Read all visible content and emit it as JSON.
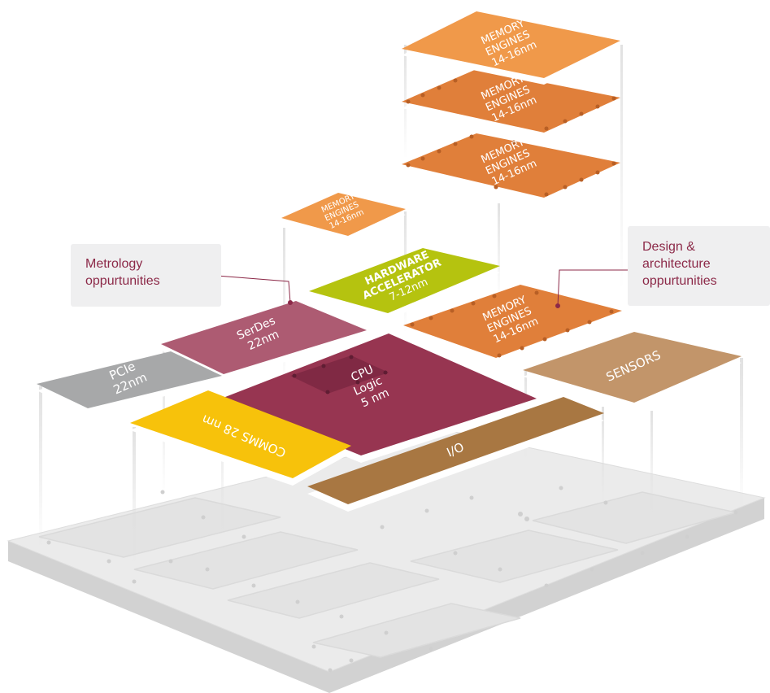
{
  "callouts": {
    "metrology": [
      "Metrology",
      "oppurtunities"
    ],
    "design": [
      "Design &",
      "architecture",
      "oppurtunities"
    ]
  },
  "chips": {
    "pcie": [
      "PCIe",
      "22nm"
    ],
    "serdes": [
      "SerDes",
      "22nm"
    ],
    "hw_accel": [
      "HARDWARE",
      "ACCELERATOR",
      "7-12nm"
    ],
    "mem_small": [
      "MEMORY",
      "ENGINES",
      "14-16nm"
    ],
    "mem_mid": [
      "MEMORY",
      "ENGINES",
      "14-16nm"
    ],
    "mem_stack": [
      [
        "MEMORY",
        "ENGINES",
        "14-16nm"
      ],
      [
        "MEMORY",
        "ENGINES",
        "14-16nm"
      ],
      [
        "MEMORY",
        "ENGINES",
        "14-16nm"
      ]
    ],
    "cpu": [
      "CPU",
      "Logic",
      "5 nm"
    ],
    "sensors": [
      "SENSORS"
    ],
    "comms": [
      "COMMS 28 nm"
    ],
    "io": [
      "I/O"
    ]
  },
  "colors": {
    "pcie": "#a7a8a9",
    "serdes": "#ad5b72",
    "hw_accel": "#b5c30f",
    "memory": "#e07f3a",
    "memory_top": "#f0994a",
    "cpu": "#973551",
    "sensors": "#c2956a",
    "comms": "#f7c20b",
    "io": "#a87742",
    "base": "#e9e9e9",
    "callout_text": "#8c2948",
    "callout_line": "#8c2948"
  }
}
